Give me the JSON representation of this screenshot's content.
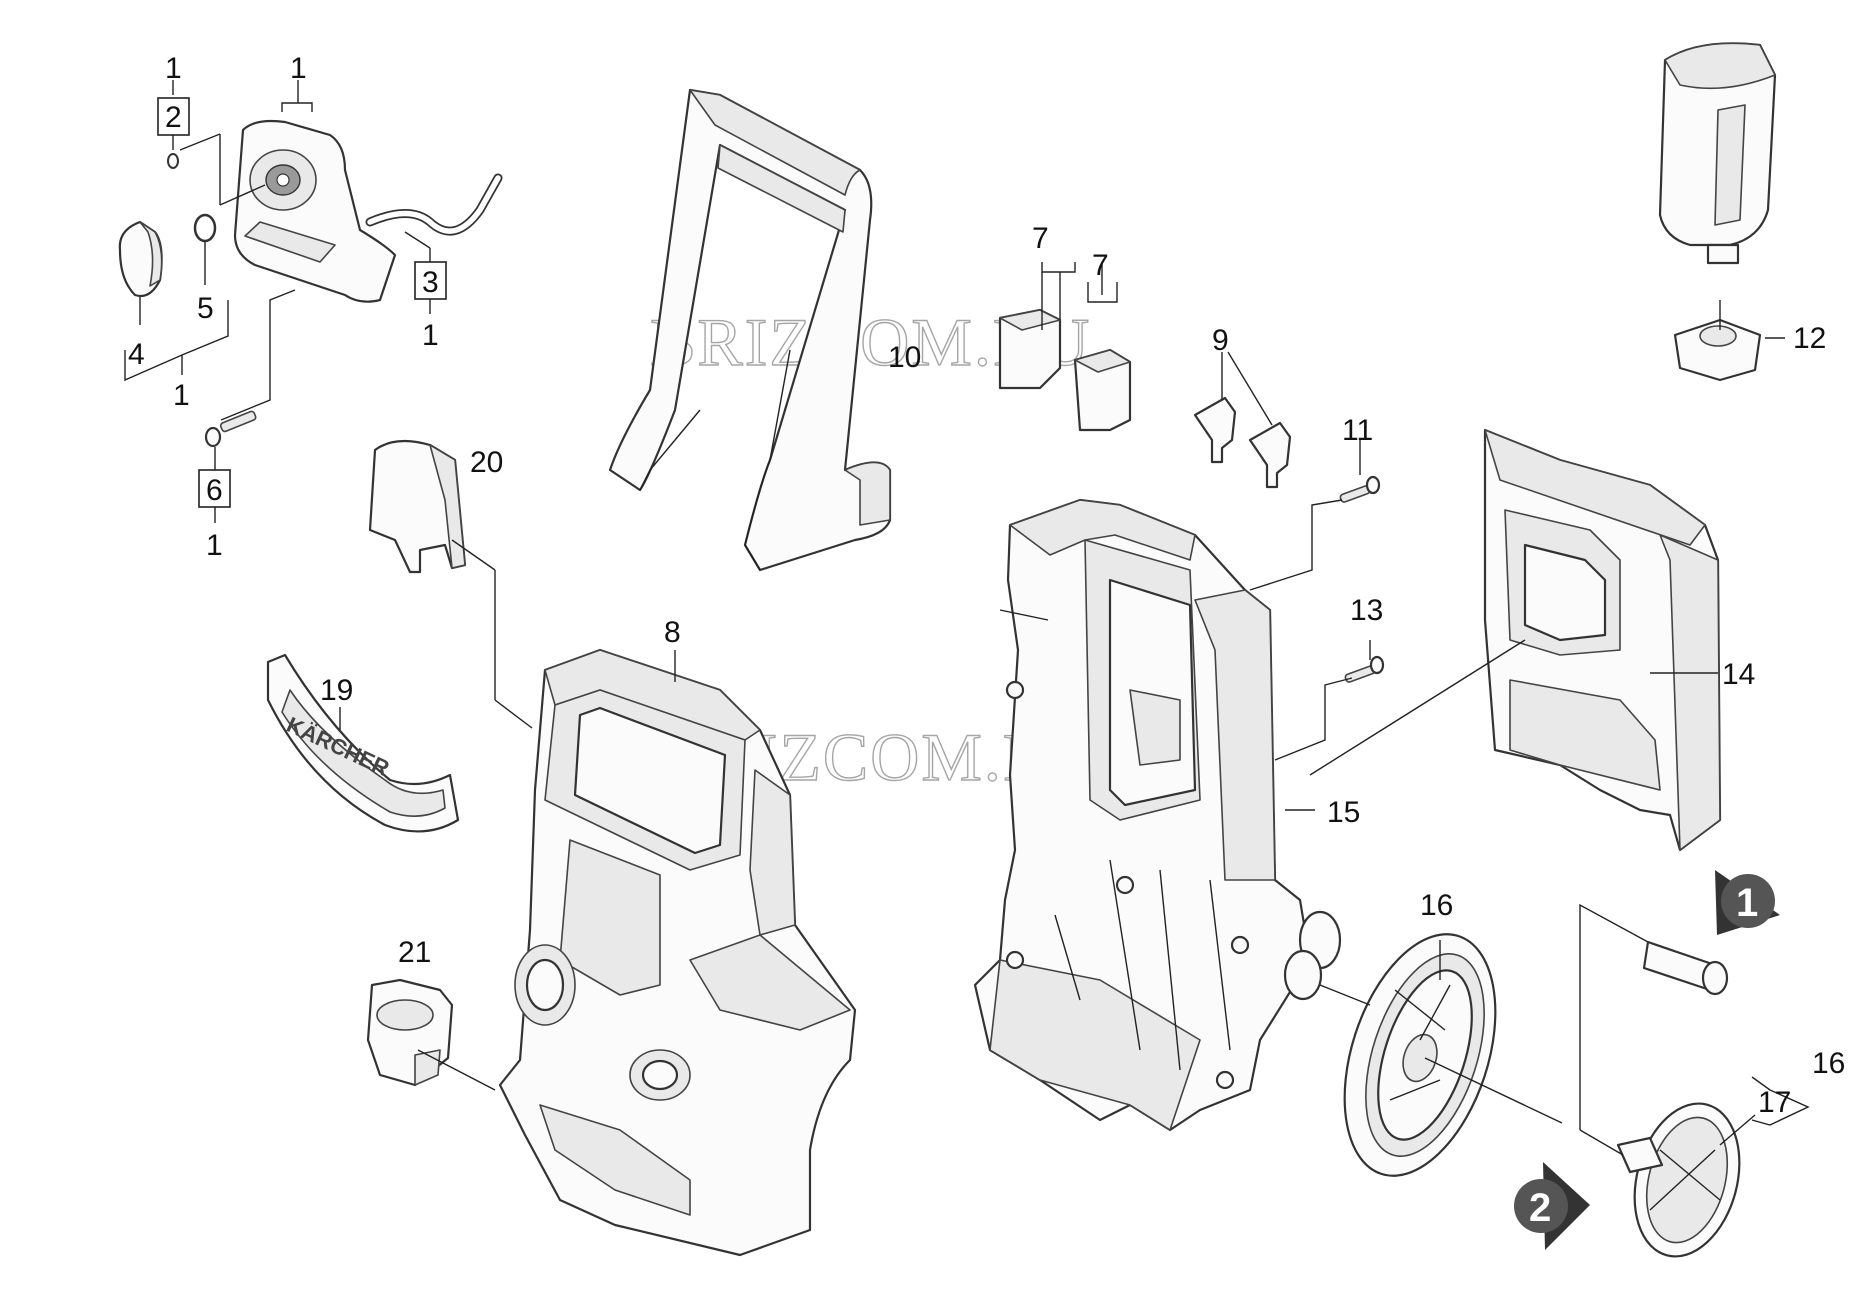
{
  "watermark": "BRIZCOM.RU",
  "brand_text": "KÄRCHER",
  "labels": {
    "l1_a": "1",
    "l2": "2",
    "l1_b": "1",
    "l3": "3",
    "l1_c": "1",
    "l4": "4",
    "l5": "5",
    "l1_d": "1",
    "l6": "6",
    "l1_e": "1",
    "l7_a": "7",
    "l7_b": "7",
    "l8": "8",
    "l9": "9",
    "l10": "10",
    "l11": "11",
    "l12": "12",
    "l13": "13",
    "l14": "14",
    "l15": "15",
    "l16_a": "16",
    "l16_b": "16",
    "l17": "17",
    "l19": "19",
    "l20": "20",
    "l21": "21"
  },
  "badges": {
    "b1": "1",
    "b2": "2"
  },
  "colors": {
    "line": "#333333",
    "part_fill": "#fbfbfb",
    "badge": "#333333"
  }
}
